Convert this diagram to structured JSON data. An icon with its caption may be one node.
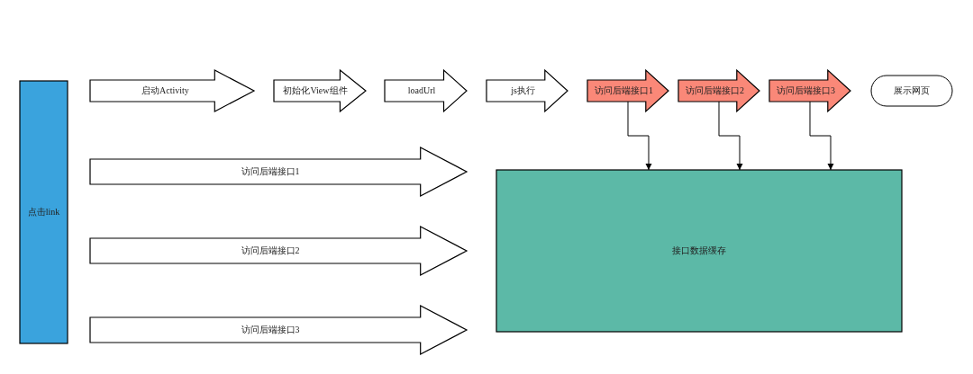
{
  "diagram": {
    "nodes": [
      {
        "text": [
          "点击link"
        ]
      },
      {
        "text": [
          "启动Activity"
        ]
      },
      {
        "text": [
          "初始化View组件"
        ]
      },
      {
        "text": [
          "loadUrl"
        ]
      },
      {
        "text": [
          "js执行"
        ]
      },
      {
        "text": [
          "访问后端接口1"
        ]
      },
      {
        "text": [
          "访问后端接口2"
        ]
      },
      {
        "text": [
          "访问后端接口3"
        ]
      },
      {
        "text": [
          "展示网页"
        ]
      },
      {
        "text": [
          "访问后端接口1"
        ]
      },
      {
        "text": [
          "访问后端接口2"
        ]
      },
      {
        "text": [
          "访问后端接口3"
        ]
      },
      {
        "text": [
          "接口数据缓存"
        ]
      }
    ],
    "edges": [
      {
        "from": 5,
        "to": 12,
        "arrow": "to"
      },
      {
        "from": 6,
        "to": 12,
        "arrow": "to"
      },
      {
        "from": 7,
        "to": 12,
        "arrow": "to"
      }
    ]
  }
}
